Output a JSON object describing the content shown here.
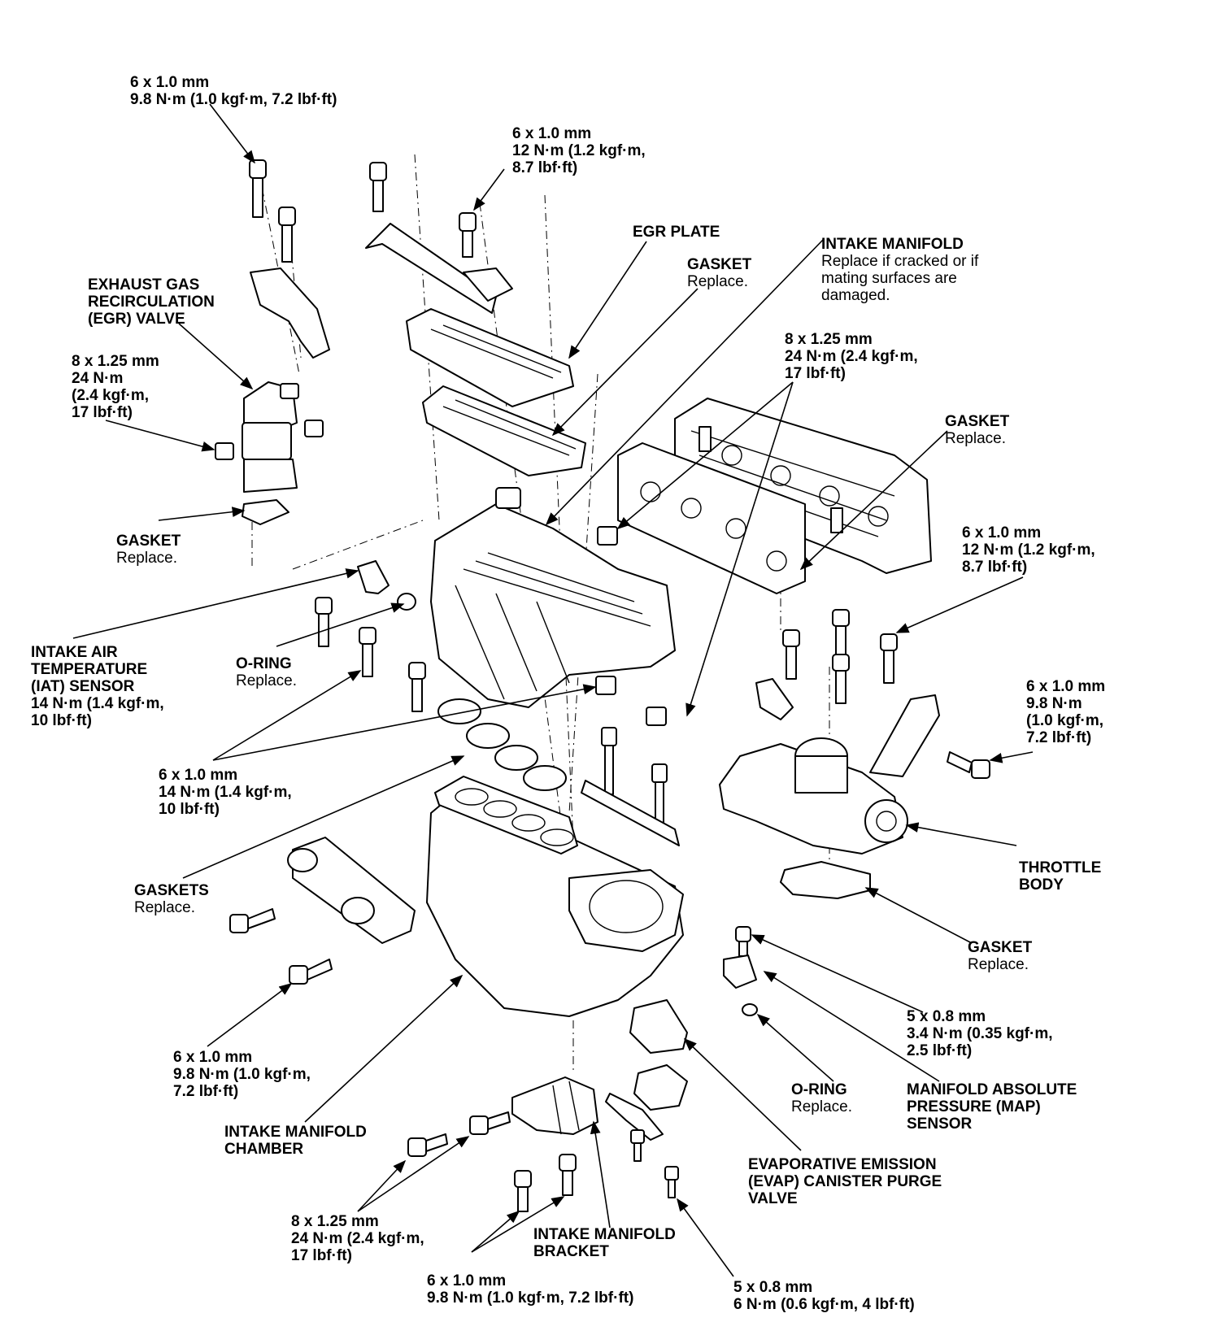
{
  "labels": {
    "egr_bolt_spec": {
      "lines": [
        "6 x 1.0 mm",
        "9.8 N·m (1.0 kgf·m, 7.2 lbf·ft)"
      ]
    },
    "egr_plate_bolt_spec": {
      "lines": [
        "6 x 1.0 mm",
        "12 N·m (1.2 kgf·m,",
        "8.7 lbf·ft)"
      ]
    },
    "egr_plate": {
      "lines": [
        "EGR PLATE"
      ]
    },
    "gasket_egr_plate": {
      "lines": [
        "GASKET"
      ],
      "note": "Replace."
    },
    "intake_manifold": {
      "lines": [
        "INTAKE MANIFOLD"
      ],
      "note_lines": [
        "Replace if cracked or if",
        "mating surfaces are",
        "damaged."
      ]
    },
    "egr_valve": {
      "lines": [
        "EXHAUST GAS",
        "RECIRCULATION",
        "(EGR) VALVE"
      ]
    },
    "egr_nut_spec": {
      "lines": [
        "8 x 1.25 mm",
        "24 N·m",
        "(2.4 kgf·m,",
        "17 lbf·ft)"
      ]
    },
    "manifold_nut_spec": {
      "lines": [
        "8 x 1.25 mm",
        "24 N·m (2.4 kgf·m,",
        "17 lbf·ft)"
      ]
    },
    "gasket_head": {
      "lines": [
        "GASKET"
      ],
      "note": "Replace."
    },
    "gasket_egr_valve": {
      "lines": [
        "GASKET"
      ],
      "note": "Replace."
    },
    "tb_bolt_spec_top": {
      "lines": [
        "6 x 1.0 mm",
        "12 N·m (1.2 kgf·m,",
        "8.7 lbf·ft)"
      ]
    },
    "iat_sensor": {
      "lines": [
        "INTAKE AIR",
        "TEMPERATURE",
        "(IAT) SENSOR",
        "14 N·m (1.4 kgf·m,",
        "10 lbf·ft)"
      ]
    },
    "o_ring_iat": {
      "lines": [
        "O-RING"
      ],
      "note": "Replace."
    },
    "tb_bolt_spec_side": {
      "lines": [
        "6 x 1.0 mm",
        "9.8 N·m",
        "(1.0 kgf·m,",
        "7.2 lbf·ft)"
      ]
    },
    "chamber_bolt_spec": {
      "lines": [
        "6 x 1.0 mm",
        "14 N·m (1.4 kgf·m,",
        "10 lbf·ft)"
      ]
    },
    "throttle_body": {
      "lines": [
        "THROTTLE",
        "BODY"
      ]
    },
    "gaskets_chamber": {
      "lines": [
        "GASKETS"
      ],
      "note": "Replace."
    },
    "gasket_tb": {
      "lines": [
        "GASKET"
      ],
      "note": "Replace."
    },
    "map_bolt_spec": {
      "lines": [
        "5 x 0.8 mm",
        "3.4 N·m (0.35 kgf·m,",
        "2.5 lbf·ft)"
      ]
    },
    "bracket_bolt_spec": {
      "lines": [
        "6 x 1.0 mm",
        "9.8 N·m (1.0 kgf·m,",
        "7.2 lbf·ft)"
      ]
    },
    "o_ring_map": {
      "lines": [
        "O-RING"
      ],
      "note": "Replace."
    },
    "map_sensor": {
      "lines": [
        "MANIFOLD ABSOLUTE",
        "PRESSURE (MAP)",
        "SENSOR"
      ]
    },
    "intake_chamber": {
      "lines": [
        "INTAKE MANIFOLD",
        "CHAMBER"
      ]
    },
    "evap_valve": {
      "lines": [
        "EVAPORATIVE EMISSION",
        "(EVAP) CANISTER PURGE",
        "VALVE"
      ]
    },
    "bracket_nut_spec": {
      "lines": [
        "8 x 1.25 mm",
        "24 N·m (2.4 kgf·m,",
        "17 lbf·ft)"
      ]
    },
    "intake_bracket": {
      "lines": [
        "INTAKE MANIFOLD",
        "BRACKET"
      ]
    },
    "lower_bolt_spec": {
      "lines": [
        "6 x 1.0 mm",
        "9.8 N·m (1.0 kgf·m, 7.2 lbf·ft)"
      ]
    },
    "evap_bolt_spec": {
      "lines": [
        "5 x 0.8 mm",
        "6 N·m (0.6 kgf·m, 4 lbf·ft)"
      ]
    }
  }
}
